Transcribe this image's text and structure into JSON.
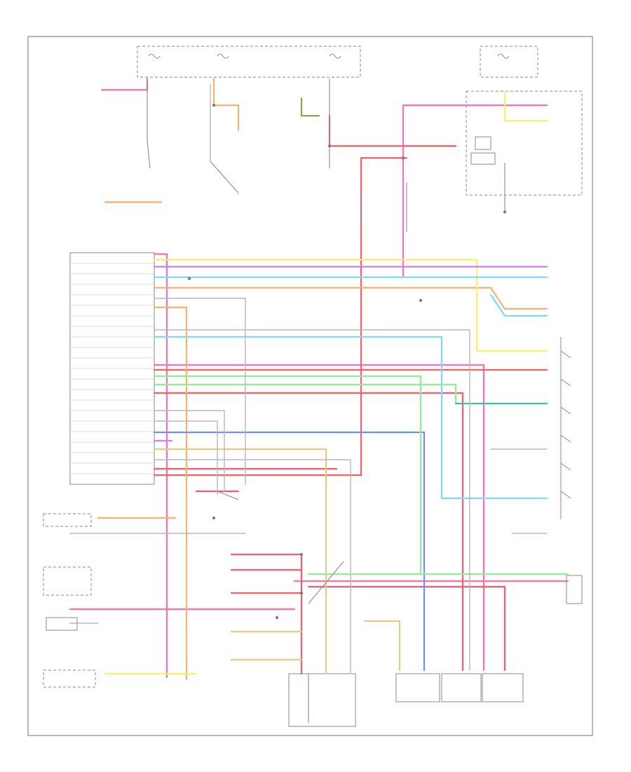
{
  "image_code": "",
  "component_labels": [
    {
      "id": "hot-run-start",
      "text": ""
    },
    {
      "id": "fuse-panel",
      "text": ""
    },
    {
      "id": "fuse-box",
      "text": ""
    },
    {
      "id": "pcm",
      "text": ""
    },
    {
      "id": "transmission-range-sensor",
      "text": ""
    },
    {
      "id": "brake-switch",
      "text": ""
    },
    {
      "id": "shift-solenoid-pack",
      "text": ""
    },
    {
      "id": "torque-converter",
      "text": ""
    },
    {
      "id": "electronic-pressure-control",
      "text": ""
    },
    {
      "id": "output-shaft-speed",
      "text": ""
    },
    {
      "id": "transmission-fluid-temp",
      "text": ""
    },
    {
      "id": "overdrive-switch",
      "text": ""
    },
    {
      "id": "engine-control-module",
      "text": ""
    }
  ],
  "wire_colors": {
    "pink": "#ff6fb0",
    "red": "#ff5a6a",
    "orange": "#ffb070",
    "yellow": "#ffee66",
    "light_green": "#8ef08e",
    "light_blue": "#7fd8ff",
    "blue": "#6f8fff",
    "violet": "#d67dff",
    "tan": "#e8c98a",
    "gray": "#b8b8b8",
    "teal": "#3fbfa8",
    "dark_green": "#8aa34a"
  }
}
